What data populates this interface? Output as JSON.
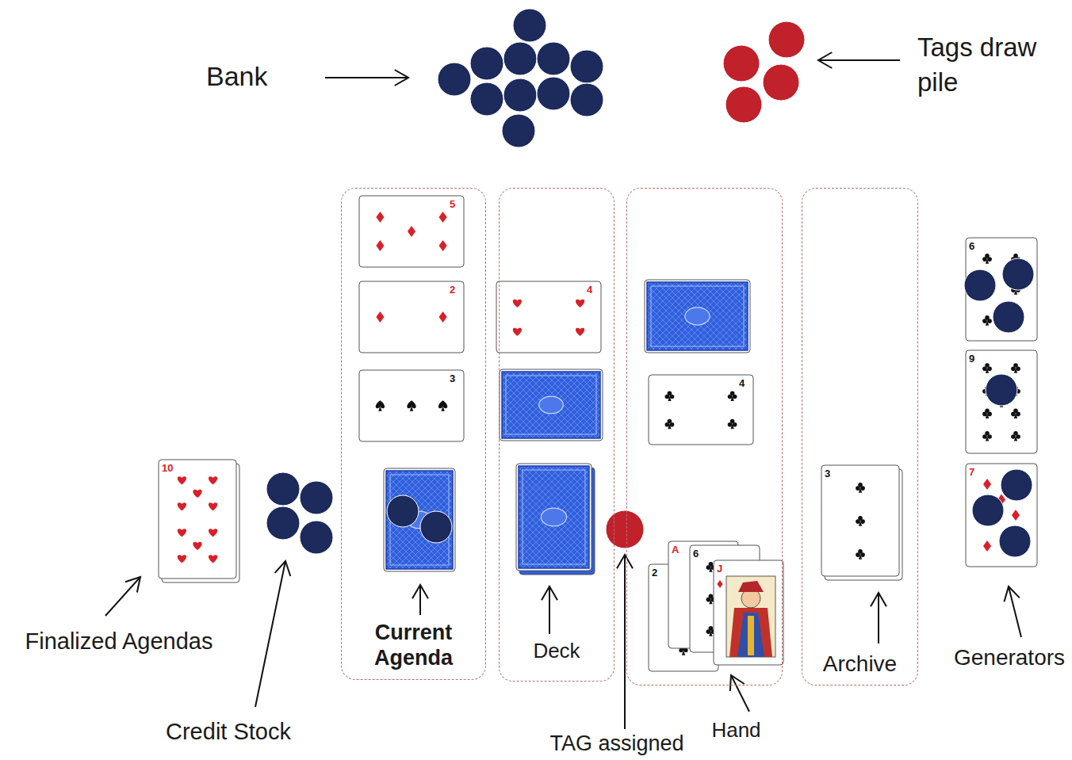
{
  "diagram": {
    "nodes": [
      {
        "text": [
          "Current Agenda"
        ]
      },
      {
        "text": [
          "Deck"
        ]
      },
      {
        "text": [
          "Hand"
        ]
      },
      {
        "text": [
          "Archive"
        ]
      }
    ],
    "labels": [
      "Bank",
      "Tags draw pile",
      "Finalized Agendas",
      "Credit Stock",
      "TAG assigned",
      "Generators",
      "5",
      "2",
      "3",
      "4",
      "4",
      "10",
      "2",
      "A",
      "6",
      "J",
      "3",
      "6",
      "9",
      "7"
    ]
  }
}
